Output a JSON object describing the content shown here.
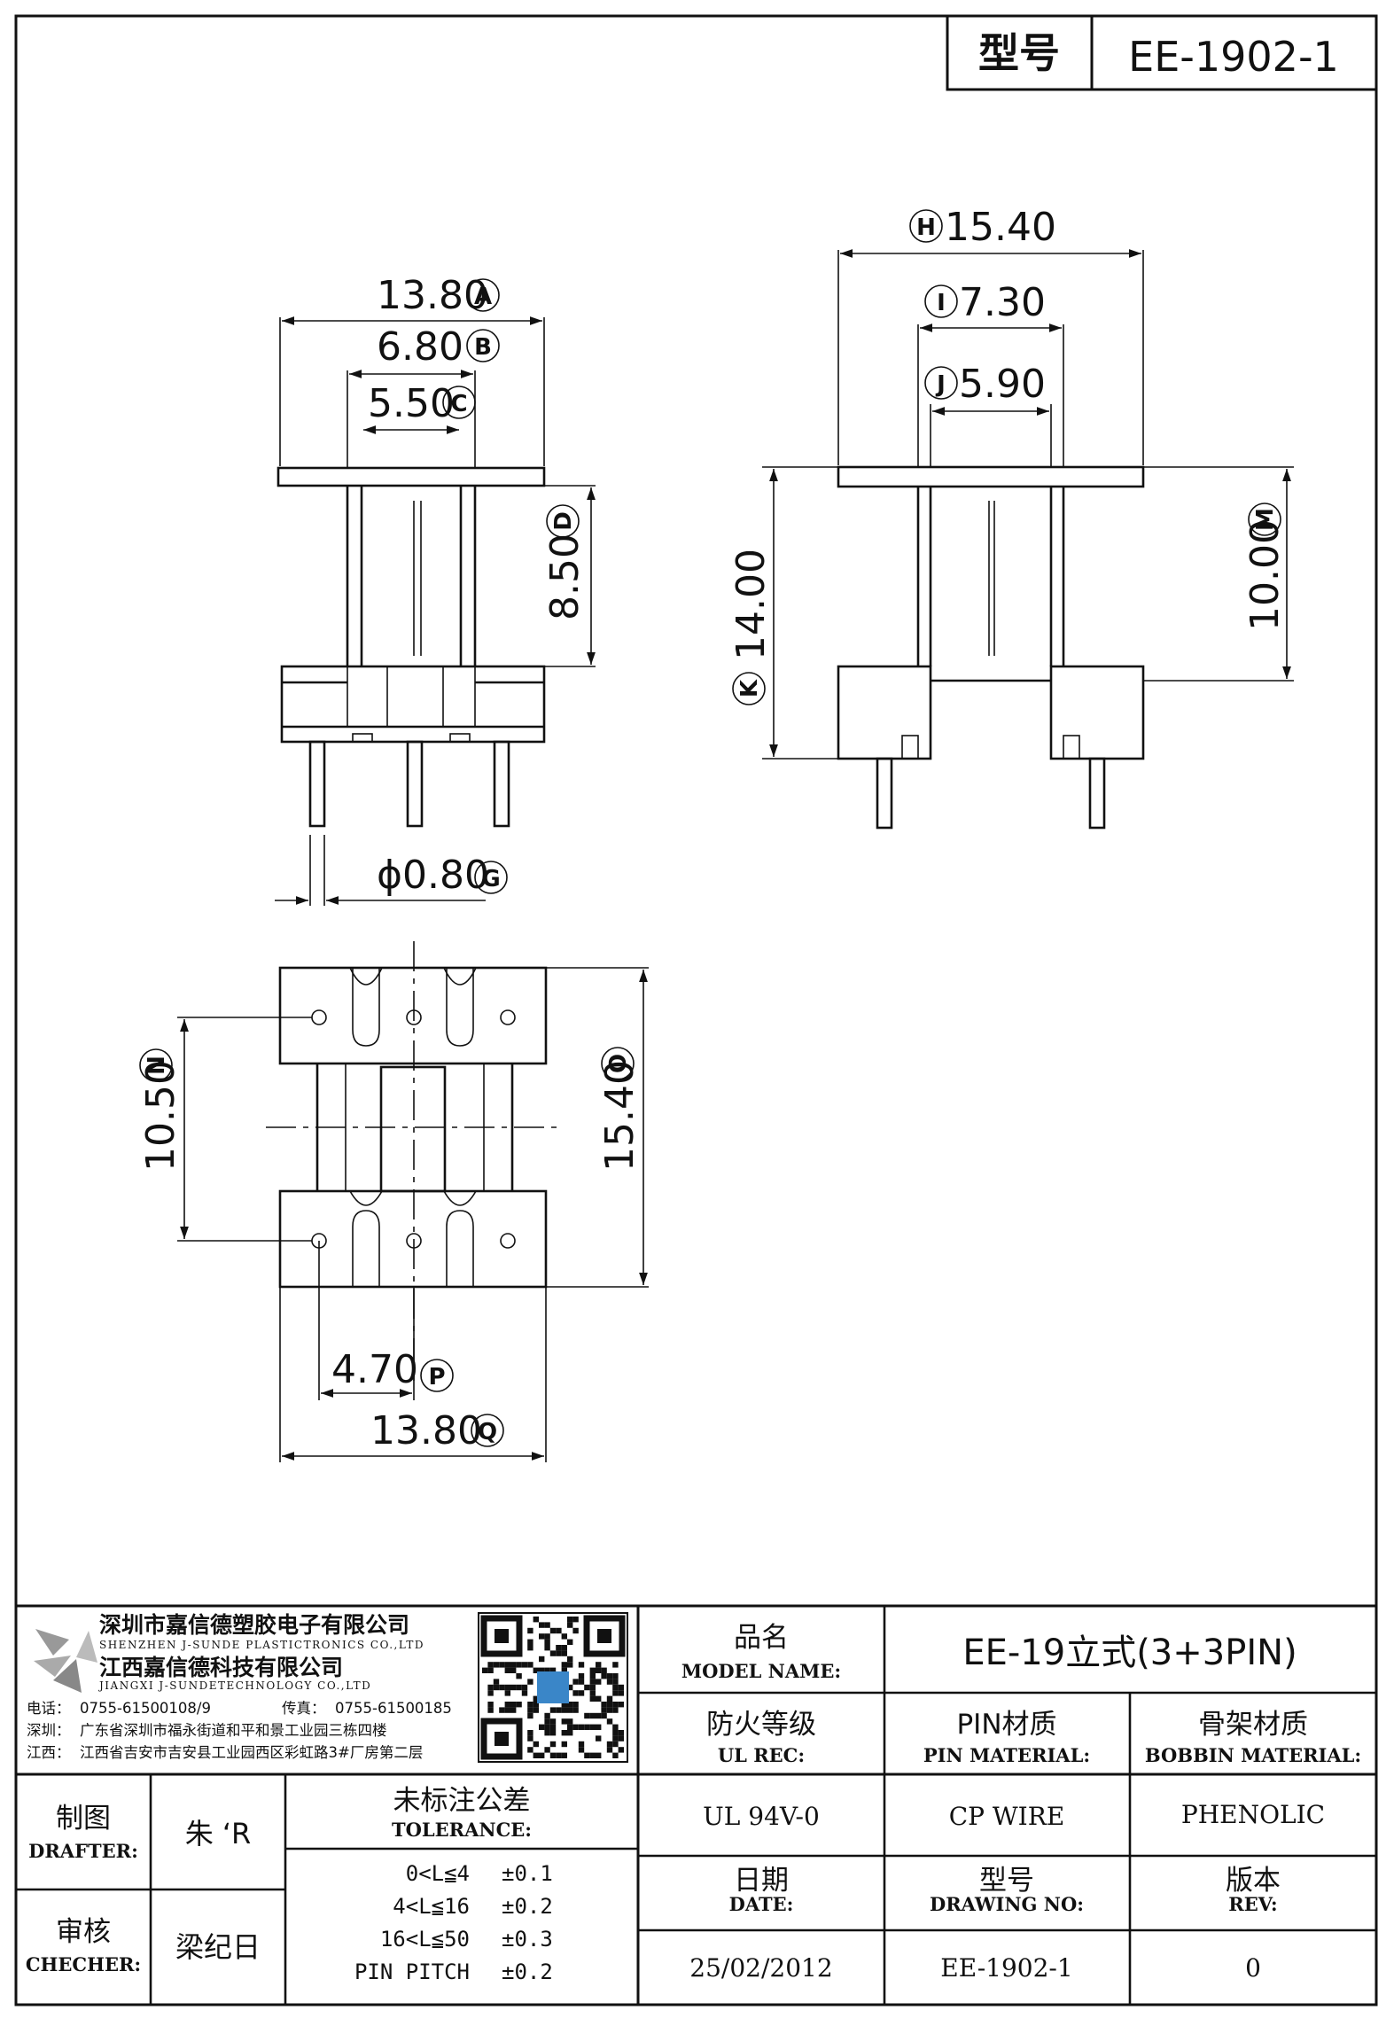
{
  "title_box": {
    "label": "型号",
    "value": "EE-1902-1"
  },
  "dimensions": {
    "A": "13.80",
    "B": "6.80",
    "C": "5.50",
    "D": "8.50",
    "G": "0.80",
    "H": "15.40",
    "I": "7.30",
    "J": "5.90",
    "K": "14.00",
    "M": "10.00",
    "N": "10.50",
    "O": "15.40",
    "P": "4.70",
    "Q": "13.80"
  },
  "dimension_letters": {
    "A": "A",
    "B": "B",
    "C": "C",
    "D": "D",
    "G": "G",
    "H": "H",
    "I": "I",
    "J": "J",
    "K": "K",
    "M": "M",
    "N": "N",
    "O": "O",
    "P": "P",
    "Q": "Q"
  },
  "diameter_symbol": "ϕ",
  "company": {
    "name_sz": "深圳市嘉信德塑胶电子有限公司",
    "name_sz_en": "SHENZHEN J-SUNDE PLASTICTRONICS CO.,LTD",
    "name_jx": "江西嘉信德科技有限公司",
    "name_jx_en": "JIANGXI J-SUNDETECHNOLOGY CO.,LTD",
    "phone_label": "电话：",
    "phone": "0755-61500108/9",
    "fax_label": "传真：",
    "fax": "0755-61500185",
    "addr_sz_label": "深圳：",
    "addr_sz": "广东省深圳市福永街道和平和景工业园三栋四楼",
    "addr_jx_label": "江西：",
    "addr_jx": "江西省吉安市吉安县工业园西区彩虹路3#厂房第二层"
  },
  "title_block": {
    "model_name_cn": "品名",
    "model_name_en": "MODEL NAME:",
    "model_name_value": "EE-19立式(3+3PIN)",
    "ul_cn": "防火等级",
    "ul_en": "UL REC:",
    "ul_value": "UL 94V-0",
    "pin_cn": "PIN材质",
    "pin_en": "PIN MATERIAL:",
    "pin_value": "CP WIRE",
    "bobbin_cn": "骨架材质",
    "bobbin_en": "BOBBIN MATERIAL:",
    "bobbin_value": "PHENOLIC",
    "drafter_cn": "制图",
    "drafter_en": "DRAFTER:",
    "drafter_value": "朱 ‘R",
    "checker_cn": "审核",
    "checker_en": "CHECHER:",
    "checker_value": "梁纪日",
    "tolerance_cn": "未标注公差",
    "tolerance_en": "TOLERANCE:",
    "tolerances": [
      {
        "range": "0<L≦4",
        "value": "±0.1"
      },
      {
        "range": "4<L≦16",
        "value": "±0.2"
      },
      {
        "range": "16<L≦50",
        "value": "±0.3"
      },
      {
        "range": "PIN PITCH",
        "value": "±0.2"
      }
    ],
    "date_cn": "日期",
    "date_en": "DATE:",
    "date_value": "25/02/2012",
    "drawing_cn": "型号",
    "drawing_en": "DRAWING NO:",
    "drawing_value": "EE-1902-1",
    "rev_cn": "版本",
    "rev_en": "REV:",
    "rev_value": "0"
  }
}
